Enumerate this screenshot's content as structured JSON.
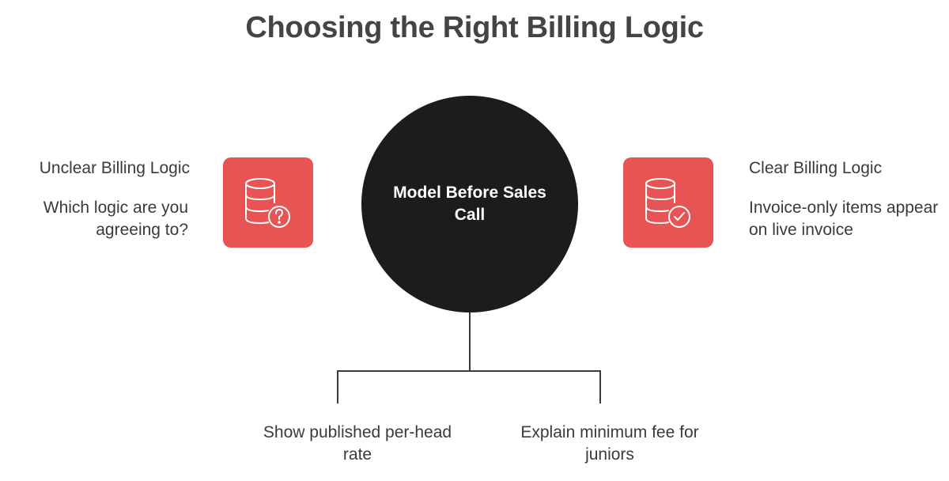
{
  "title": "Choosing the Right Billing Logic",
  "colors": {
    "accent": "#e85454",
    "center_fill": "#1d1b1b",
    "text": "#3a3a3a",
    "line": "#3a3a3a"
  },
  "center": {
    "label": "Model Before Sales Call"
  },
  "left": {
    "title": "Unclear Billing Logic",
    "description": "Which logic are you agreeing to?",
    "icon": "database-question-icon"
  },
  "right": {
    "title": "Clear Billing Logic",
    "description": "Invoice-only items appear on live invoice",
    "icon": "database-check-icon"
  },
  "branches": [
    {
      "label": "Show published per-head rate"
    },
    {
      "label": "Explain minimum fee for juniors"
    }
  ]
}
